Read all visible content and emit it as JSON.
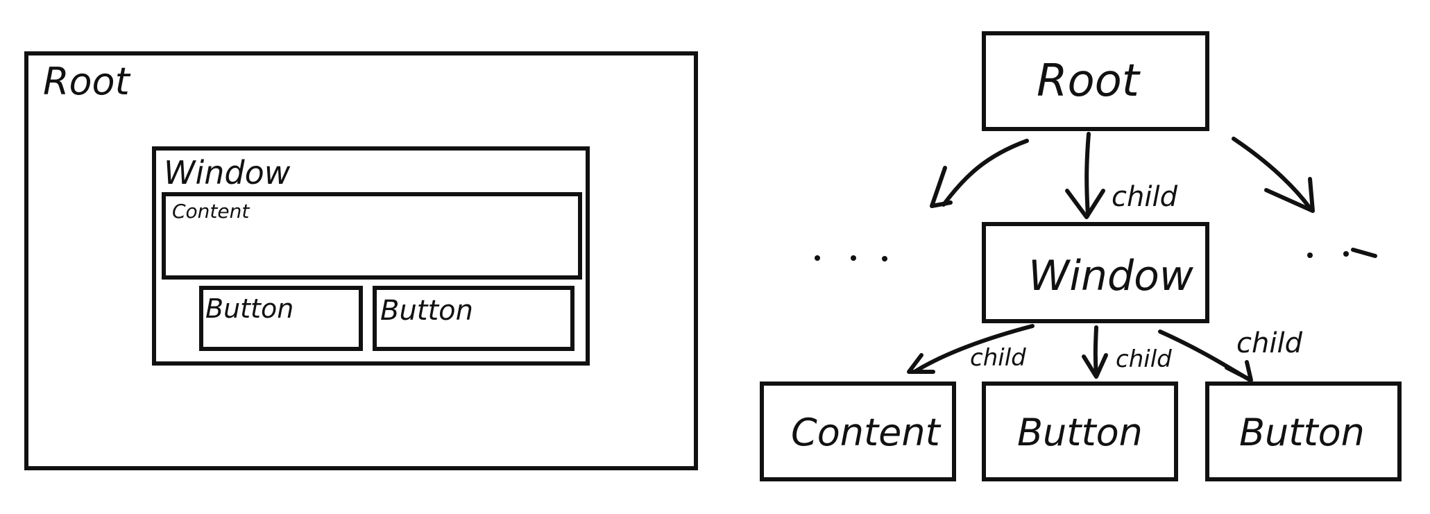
{
  "layout_sketch": {
    "root_label": "Root",
    "window_label": "Window",
    "content_label": "Content",
    "button1_label": "Button",
    "button2_label": "Button"
  },
  "tree": {
    "root_label": "Root",
    "window_label": "Window",
    "content_label": "Content",
    "button1_label": "Button",
    "button2_label": "Button",
    "edge_label": "child",
    "ellipsis": "..."
  },
  "colors": {
    "ink": "#111111",
    "background": "#ffffff"
  }
}
